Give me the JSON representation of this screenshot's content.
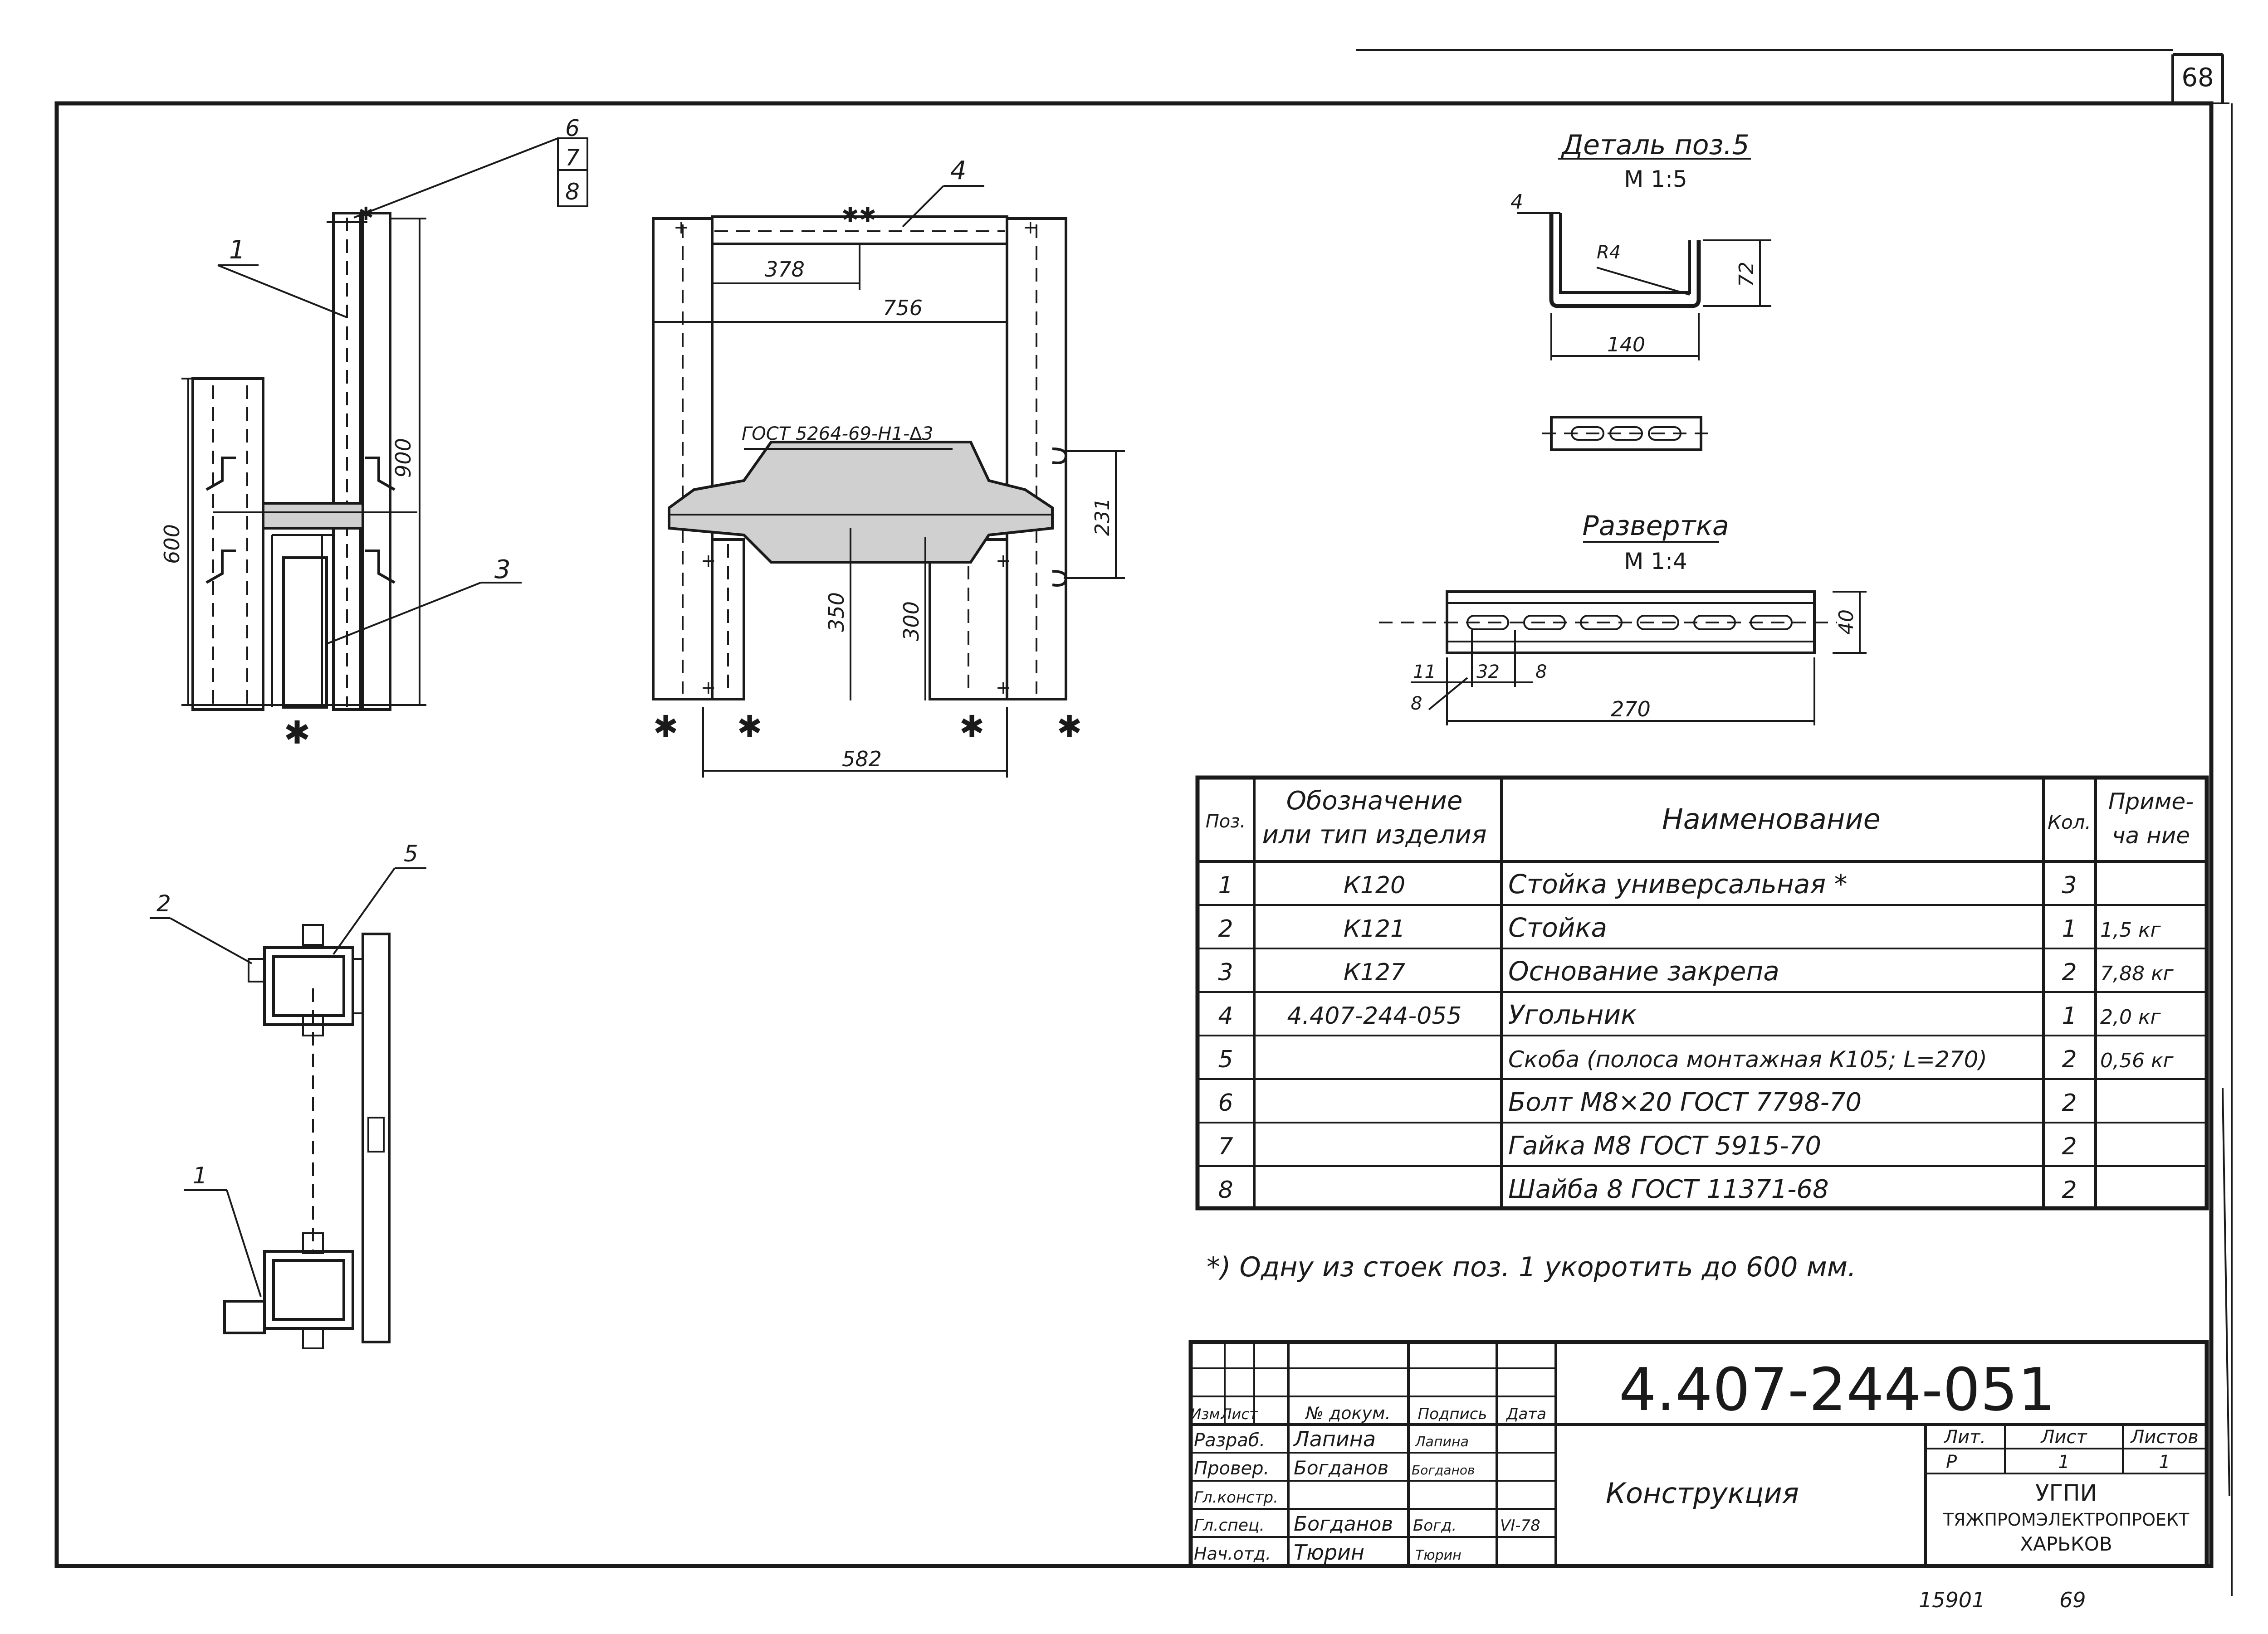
{
  "sheet_number": "68",
  "bottom_marks": {
    "left": "15901",
    "right": "69"
  },
  "side_view": {
    "callouts": [
      "1",
      "3"
    ],
    "callout_stack": [
      "6",
      "7",
      "8"
    ],
    "dims": [
      "600",
      "900"
    ]
  },
  "front_view": {
    "callout": "4",
    "dims": [
      "378",
      "756",
      "231",
      "350",
      "300",
      "582"
    ],
    "weld_note": "ГОСТ 5264-69-Н1-∆3"
  },
  "plan_view": {
    "callouts": [
      "2",
      "5",
      "1"
    ]
  },
  "detail": {
    "title": "Деталь поз.5",
    "scale": "М 1:5",
    "dims": [
      "4",
      "R4",
      "72",
      "140"
    ],
    "development_title": "Развертка",
    "development_scale": "М 1:4",
    "development_dims": [
      "40",
      "11",
      "32",
      "8",
      "8",
      "270"
    ]
  },
  "spec_table": {
    "headers": {
      "pos": "Поз.",
      "designation_1": "Обозначение",
      "designation_2": "или тип изделия",
      "name": "Наименование",
      "qty": "Кол.",
      "note_1": "Приме-",
      "note_2": "ча ние"
    },
    "rows": [
      {
        "pos": "1",
        "designation": "К120",
        "name": "Стойка универсальная *",
        "qty": "3",
        "note": ""
      },
      {
        "pos": "2",
        "designation": "К121",
        "name": "Стойка",
        "qty": "1",
        "note": "1,5 кг"
      },
      {
        "pos": "3",
        "designation": "К127",
        "name": "Основание закрепа",
        "qty": "2",
        "note": "7,88 кг"
      },
      {
        "pos": "4",
        "designation": "4.407-244-055",
        "name": "Угольник",
        "qty": "1",
        "note": "2,0 кг"
      },
      {
        "pos": "5",
        "designation": "",
        "name": "Скоба (полоса монтажная К105; L=270)",
        "qty": "2",
        "note": "0,56 кг"
      },
      {
        "pos": "6",
        "designation": "",
        "name": "Болт М8×20 ГОСТ 7798-70",
        "qty": "2",
        "note": ""
      },
      {
        "pos": "7",
        "designation": "",
        "name": "Гайка М8 ГОСТ 5915-70",
        "qty": "2",
        "note": ""
      },
      {
        "pos": "8",
        "designation": "",
        "name": "Шайба 8 ГОСТ 11371-68",
        "qty": "2",
        "note": ""
      }
    ],
    "footnote": "*) Одну из стоек поз. 1 укоротить до 600 мм."
  },
  "title_block": {
    "doc_number": "4.407-244-051",
    "title": "Конструкция",
    "col_headers": [
      "Изм.",
      "Лист",
      "№ докум.",
      "Подпись",
      "Дата"
    ],
    "roles": [
      {
        "role": "Разраб.",
        "name": "Лапина",
        "sign": "Лапина",
        "date": ""
      },
      {
        "role": "Провер.",
        "name": "Богданов",
        "sign": "Богданов",
        "date": ""
      },
      {
        "role": "Гл.констр.",
        "name": "",
        "sign": "",
        "date": ""
      },
      {
        "role": "Гл.спец.",
        "name": "Богданов",
        "sign": "Богд.",
        "date": "VI-78"
      },
      {
        "role": "Нач.отд.",
        "name": "Тюрин",
        "sign": "Тюрин",
        "date": ""
      }
    ],
    "lit_label": "Лит.",
    "sheet_label": "Лист",
    "sheets_label": "Листов",
    "lit": "Р",
    "sheet": "1",
    "sheets": "1",
    "org_1": "УГПИ",
    "org_2": "ТЯЖПРОМЭЛЕКТРОПРОЕКТ",
    "org_3": "ХАРЬКОВ"
  }
}
